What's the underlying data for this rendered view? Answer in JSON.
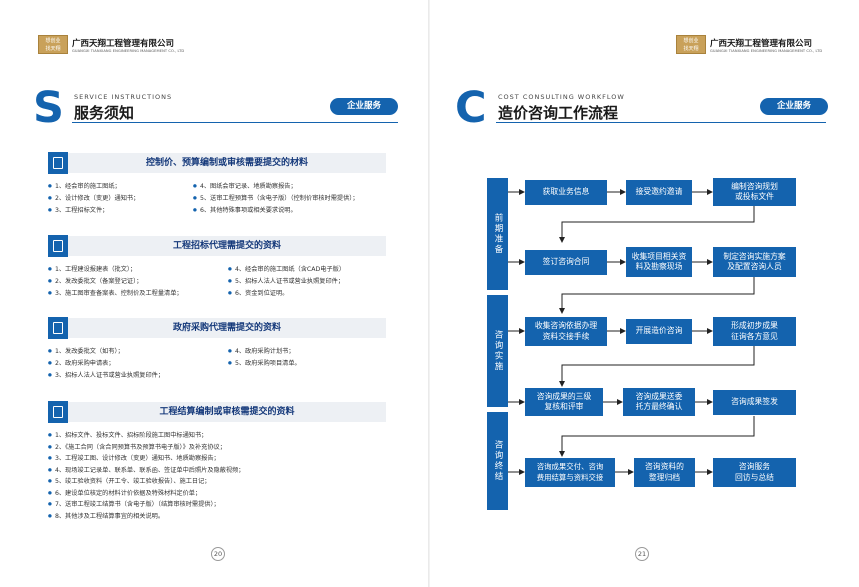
{
  "company": {
    "badge_line1": "想创业",
    "badge_line2": "找天翔",
    "name_cn": "广西天翔工程管理有限公司",
    "name_en": "GUANGXI TIANXIANG ENGINEERING MANAGEMENT CO., LTD"
  },
  "left": {
    "letter": "S",
    "title_en": "SERVICE INSTRUCTIONS",
    "title_cn": "服务须知",
    "pill": "企业服务",
    "page_number": "20",
    "sections": [
      {
        "title": "控制价、预算编制或审核需要提交的材料",
        "items": [
          "1、经会审的施工图纸；",
          "4、图纸会审记录、地质勘察报告；",
          "2、设计修改（变更）通知书；",
          "5、送审工程预算书（含电子版）（控制价审核时需提供）；",
          "3、工程招标文件；",
          "6、其他特殊事项或相关要求说明。"
        ]
      },
      {
        "title": "工程招标代理需提交的资料",
        "items": [
          "1、工程建设报建表（批文）；",
          "4、经会审的施工图纸（含CAD电子版）",
          "2、发改委批文（备案登记证）；",
          "5、招标人法人证书或营业执照复印件；",
          "3、施工图审查备案表、控制价及工程量清单；",
          "6、资金到位证明。"
        ]
      },
      {
        "title": "政府采购代理需提交的资料",
        "items": [
          "1、发改委批文（如有）；",
          "4、政府采购计划书；",
          "2、政府采购申请表；",
          "5、政府采购项目清单。",
          "3、招标人法人证书或营业执照复印件；"
        ]
      },
      {
        "title": "工程结算编制或审核需提交的资料",
        "items": [
          "1、招标文件、投标文件、招标阶段施工图中标通知书；",
          "2、《施工合同（含合同预算书及预算书电子版）》及补充协议；",
          "3、工程竣工图、设计修改（变更）通知书、地质勘察报告；",
          "4、现场竣工记录单、联系单、联系函、签证单中后照片及隐蔽视频；",
          "5、竣工验收资料（开工令、竣工验收报告）、施工日记；",
          "6、建设单位核定的材料计价依据及特殊材料定价单；",
          "7、送审工程竣工结算书（含电子版）（结算审核时需提供）；",
          "8、其他涉及工程结算事宜的相关说明。"
        ]
      }
    ]
  },
  "right": {
    "letter": "C",
    "title_en": "COST CONSULTING WORKFLOW",
    "title_cn": "造价咨询工作流程",
    "pill": "企业服务",
    "page_number": "21",
    "stages": [
      "前期准备",
      "咨询实施",
      "咨询终结"
    ],
    "boxes": [
      "获取业务信息",
      "接受邀约邀请",
      "编制咨询规划\n或投标文件",
      "签订咨询合同",
      "收集项目相关资\n料及勘察现场",
      "制定咨询实施方案\n及配置咨询人员",
      "收集咨询依据办理\n资料交接手续",
      "开展造价咨询",
      "形成初步成果\n征询各方意见",
      "咨询成果的三级\n复核和评审",
      "咨询成果送委\n托方最终确认",
      "咨询成果签发",
      "咨询成果交付、咨询\n费用结算与资料交接",
      "咨询资料的\n整理归档",
      "咨询服务\n回访与总结"
    ]
  }
}
